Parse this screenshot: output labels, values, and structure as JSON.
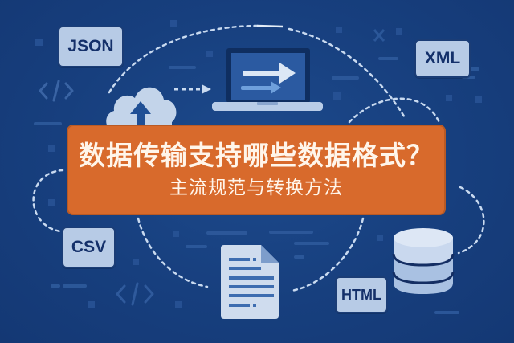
{
  "banner": {
    "title": "数据传输支持哪些数据格式？",
    "subtitle": "主流规范与转换方法"
  },
  "format_tags": [
    {
      "label": "JSON"
    },
    {
      "label": "XML"
    },
    {
      "label": "CSV"
    },
    {
      "label": "HTML"
    }
  ],
  "icons": {
    "cloud": "cloud-upload-icon",
    "laptop": "laptop-transfer-icon",
    "document": "document-icon",
    "database": "database-icon",
    "code": "code-brackets-icon"
  },
  "colors": {
    "background": "#173f7e",
    "banner": "#d86a2c",
    "tag_fill": "#b7cbe6",
    "tag_text": "#14306a",
    "icon_light": "#c3d4ea"
  }
}
